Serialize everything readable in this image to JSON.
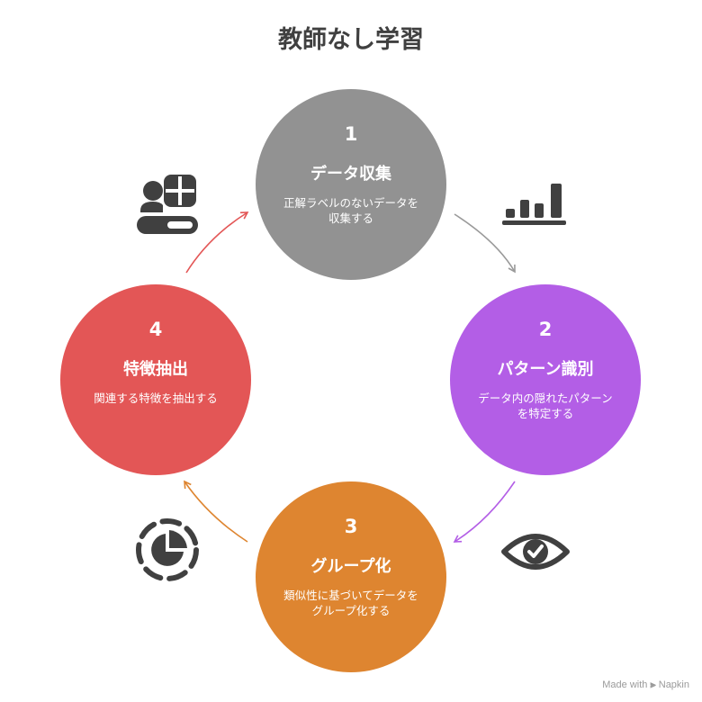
{
  "title": "教師なし学習",
  "nodes": [
    {
      "num": "1",
      "name": "データ収集",
      "desc": "正解ラベルのないデータを収集する",
      "color": "#929292",
      "icon": "bar-chart-icon"
    },
    {
      "num": "2",
      "name": "パターン識別",
      "desc": "データ内の隠れたパターンを特定する",
      "color": "#b35ee6",
      "icon": "eye-check-icon"
    },
    {
      "num": "3",
      "name": "グループ化",
      "desc": "類似性に基づいてデータをグループ化する",
      "color": "#de8530",
      "icon": "dashed-pie-chart-icon"
    },
    {
      "num": "4",
      "name": "特徴抽出",
      "desc": "関連する特徴を抽出する",
      "color": "#e35656",
      "icon": "user-grid-icon"
    }
  ],
  "arrow_colors": [
    "#9a9a9a",
    "#b35ee6",
    "#de8530",
    "#e35656"
  ],
  "icon_color": "#404040",
  "footer": {
    "made_with": "Made with",
    "brand": "Napkin"
  }
}
